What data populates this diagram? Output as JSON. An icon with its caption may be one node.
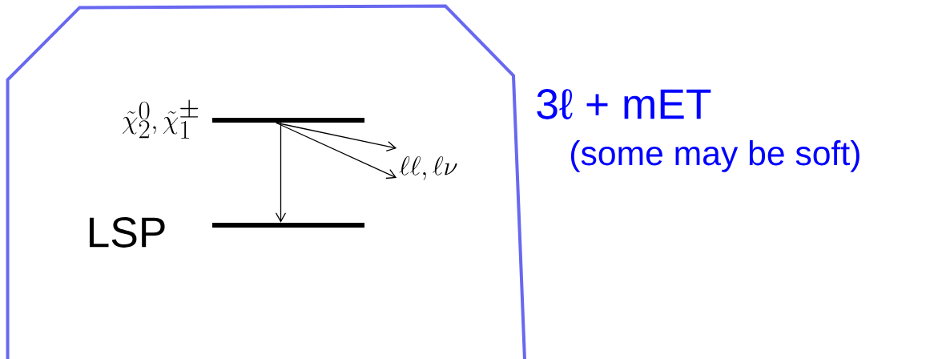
{
  "diagram": {
    "nodes": [
      {
        "text": [],
        "shape": "box"
      },
      {
        "text": [],
        "shape": "bar",
        "in": 0,
        "beside": [
          "\\tilde{\\chi}^{0}_{2}, \\tilde{\\chi}^{\\pm}_{1}"
        ]
      },
      {
        "text": [],
        "shape": "bar",
        "in": 0,
        "beside": [
          "LSP"
        ]
      },
      {
        "text": [
          "\\ell\\ell, \\ell\\nu"
        ],
        "in": 0
      }
    ],
    "edges": [
      {
        "from": 1,
        "to": 2,
        "arrow": "to"
      },
      {
        "from": 1,
        "to": 3,
        "arrow": "to"
      },
      {
        "from": 1,
        "to": 3,
        "arrow": "to"
      }
    ],
    "labels": [
      "3ℓ + mET",
      "(some may be soft)"
    ]
  }
}
